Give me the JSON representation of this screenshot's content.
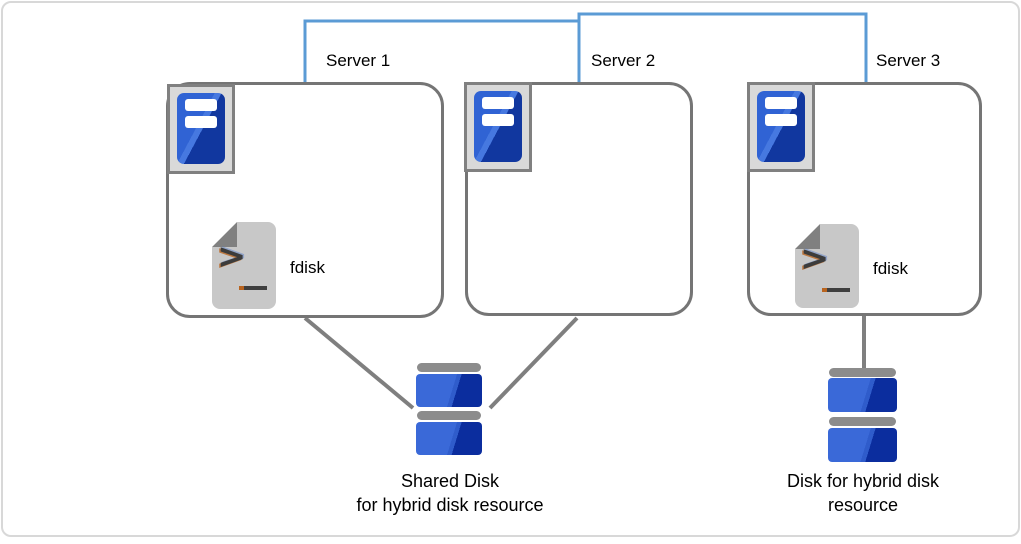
{
  "diagram": {
    "title_hint": "Three servers with hybrid disk resources",
    "servers": [
      {
        "label": "Server 1",
        "script_label": "fdisk"
      },
      {
        "label": "Server 2"
      },
      {
        "label": "Server 3",
        "script_label": "fdisk"
      }
    ],
    "shared_disk": {
      "caption_line1": "Shared Disk",
      "caption_line2": "for hybrid disk resource"
    },
    "single_disk": {
      "caption_line1": "Disk for hybrid disk",
      "caption_line2": "resource"
    },
    "icons": {
      "server": "server-tower-icon",
      "script": "shell-script-icon",
      "disk": "disk-stack-icon"
    },
    "colors": {
      "network_line": "#5B9BD5",
      "connector_gray": "#7F7F7F",
      "box_border": "#757575",
      "server_blue_light": "#3063D4",
      "server_blue_dark": "#11379F",
      "disk_blue_light": "#3A69D8",
      "disk_blue_dark": "#0B2D9E",
      "icon_tray_fill": "#D9D9D9",
      "document_fill": "#C8C8C8",
      "fold_fill": "#808080"
    }
  }
}
